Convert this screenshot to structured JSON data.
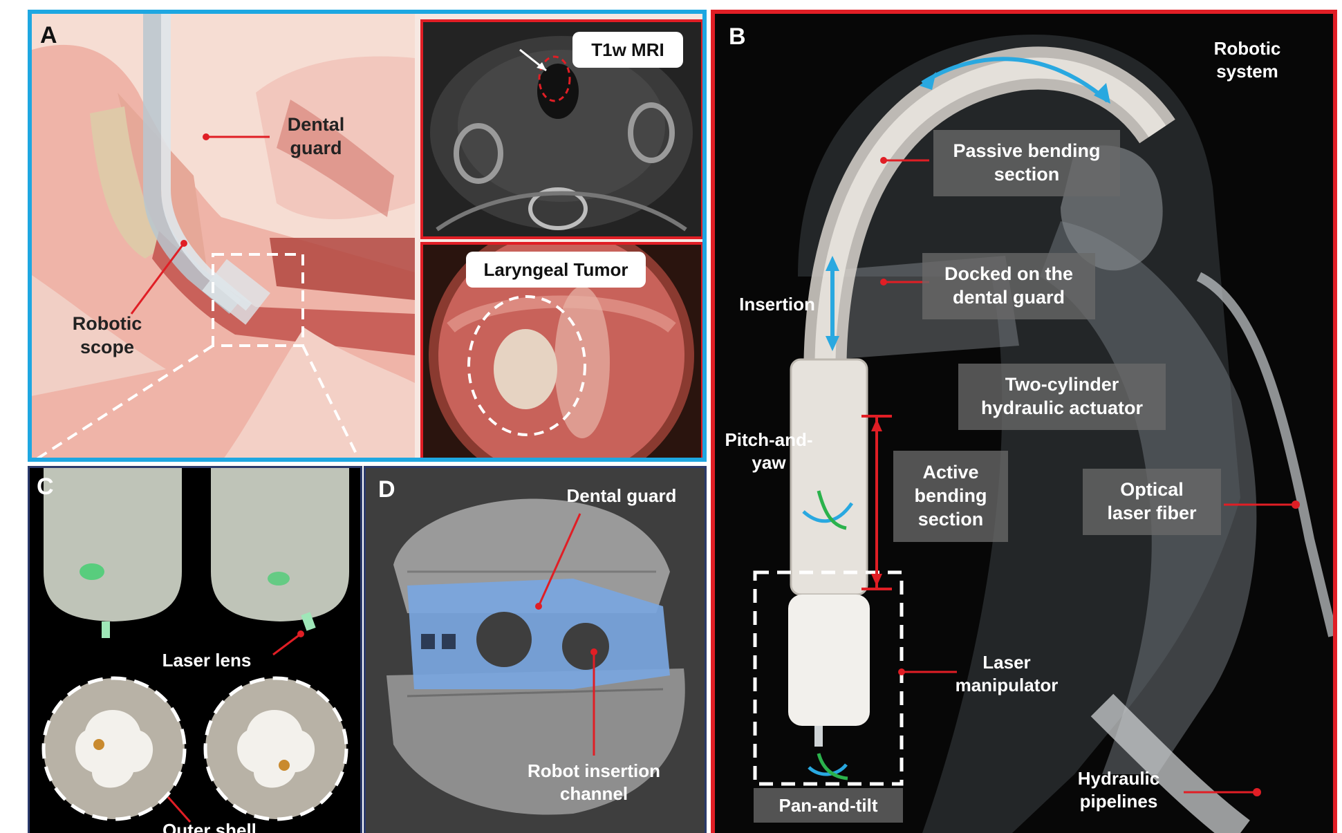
{
  "panel_a": {
    "label": "A",
    "callouts": {
      "dental_guard": "Dental\nguard",
      "robotic_scope": "Robotic\nscope"
    },
    "mri_label": "T1w MRI",
    "tumor_label": "Laryngeal Tumor"
  },
  "panel_b": {
    "label": "B",
    "robotic_system": "Robotic\nsystem",
    "passive_bending": "Passive bending\nsection",
    "docked": "Docked on the\ndental guard",
    "insertion": "Insertion",
    "two_cylinder": "Two-cylinder\nhydraulic actuator",
    "pitch_yaw": "Pitch-and-\nyaw",
    "active_bending": "Active\nbending\nsection",
    "optical_fiber": "Optical\nlaser fiber",
    "laser_manipulator": "Laser\nmanipulator",
    "pan_tilt": "Pan-and-tilt",
    "hydraulic_pipelines": "Hydraulic\npipelines"
  },
  "panel_c": {
    "label": "C",
    "laser_lens": "Laser lens",
    "outer_shell": "Outer shell"
  },
  "panel_d": {
    "label": "D",
    "dental_guard": "Dental guard",
    "insertion_channel": "Robot  insertion\nchannel"
  },
  "colors": {
    "frame_blue": "#1ea7e1",
    "frame_red": "#e01e25",
    "frame_navy": "#2b3a6b",
    "callout_red": "#e01e25",
    "arrow_blue": "#29a8e0",
    "arrow_green": "#2bb24c",
    "guard_blue": "#7aa6e0"
  }
}
